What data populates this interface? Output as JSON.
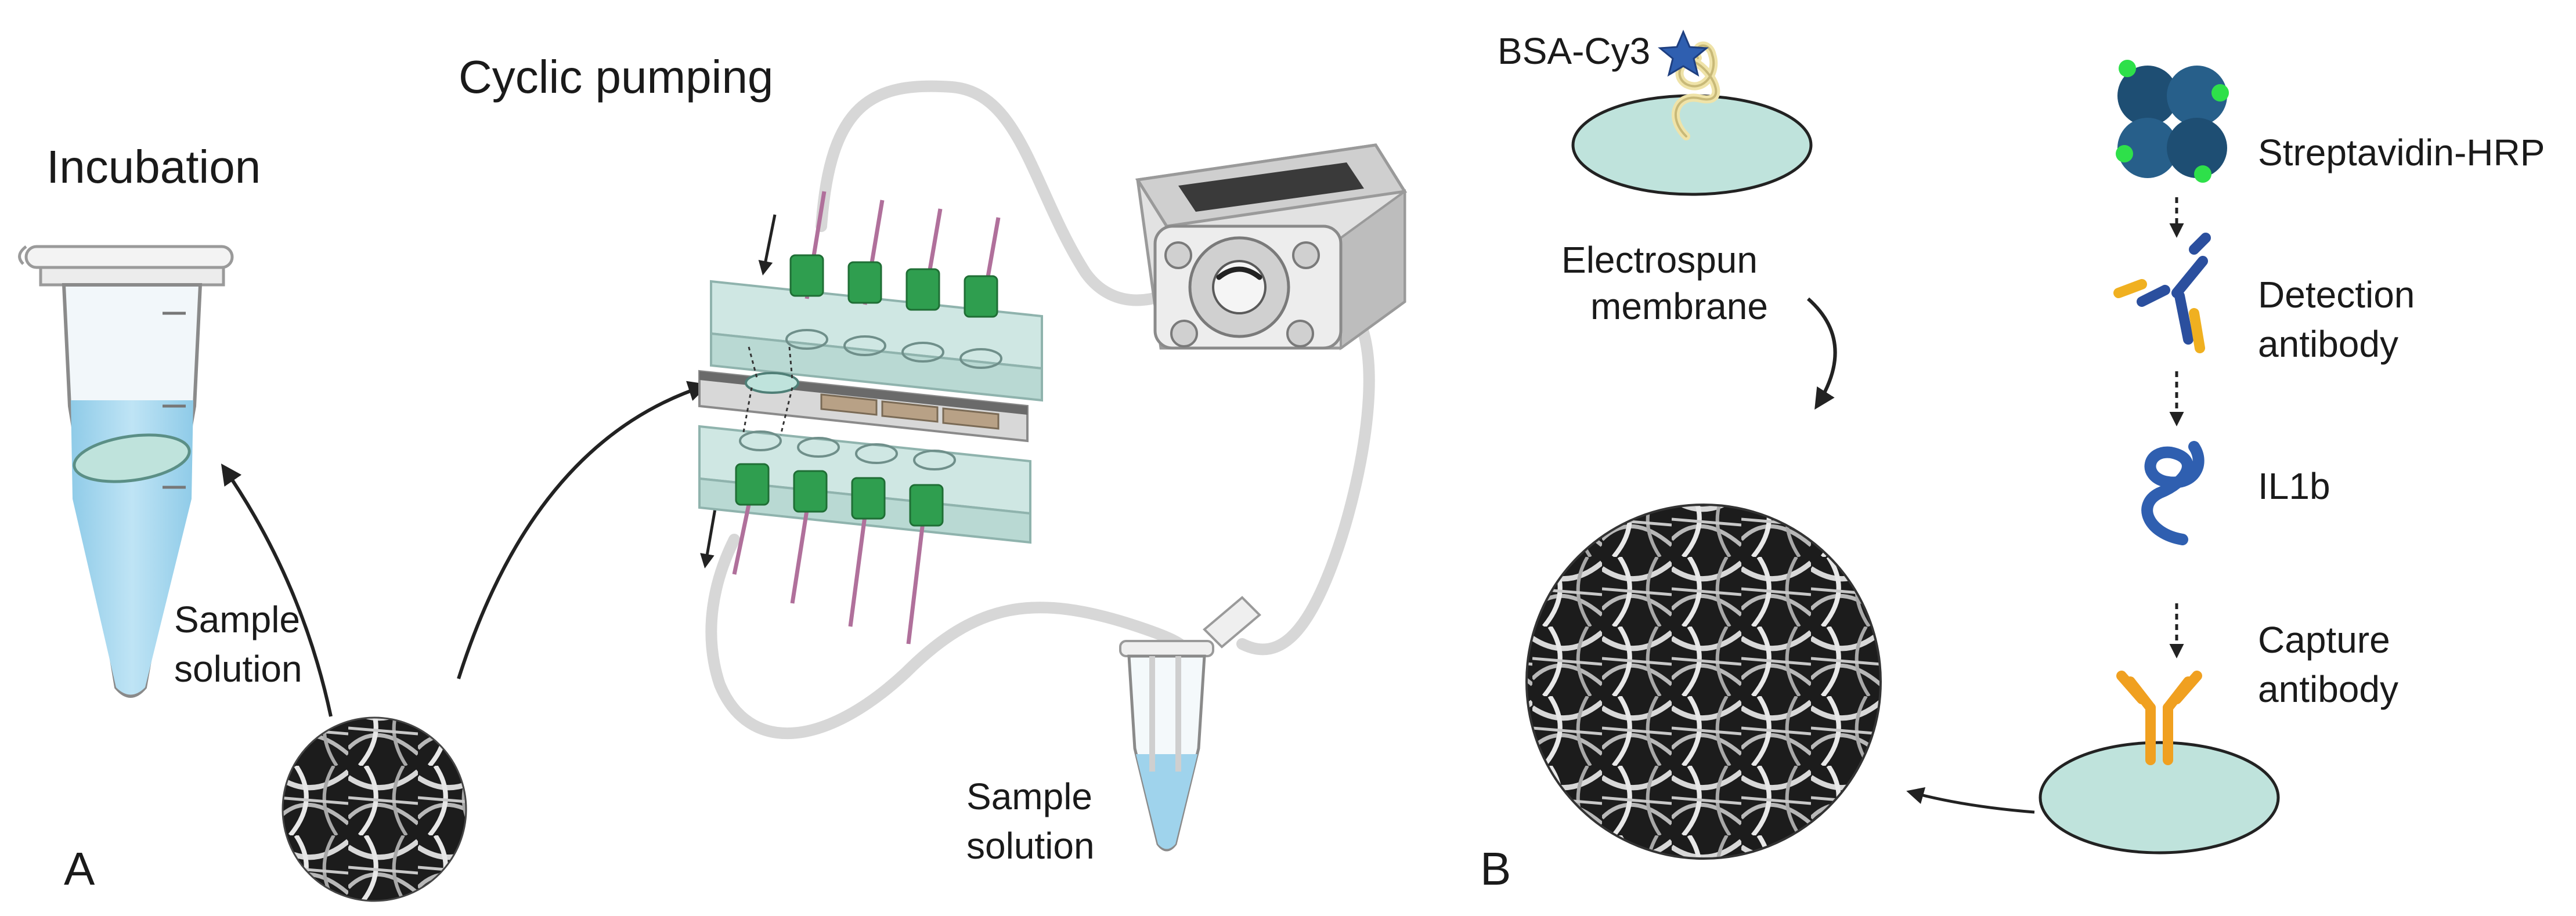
{
  "panel_a": {
    "letter": "A",
    "incubation_title": "Incubation",
    "cyclic_title": "Cyclic pumping",
    "sample_solution_left": [
      "Sample",
      "solution"
    ],
    "sample_solution_right": [
      "Sample",
      "solution"
    ]
  },
  "panel_b": {
    "letter": "B",
    "bsa_label": "BSA-Cy3",
    "electrospun_label": [
      "Electrospun",
      "membrane"
    ],
    "streptavidin_label": "Streptavidin-HRP",
    "detection_label": [
      "Detection",
      "antibody"
    ],
    "il1b_label": "IL1b",
    "capture_label": [
      "Capture",
      "antibody"
    ]
  },
  "colors": {
    "membrane_disc": "#bfe3dc",
    "chip_green": "#2f9e4f",
    "tube_liquid": "#a8d8f0",
    "streptavidin": "#1e4e73",
    "streptavidin_dots": "#2ee04a",
    "detection_blue": "#2b4f9e",
    "detection_yellow": "#f0b020",
    "il1b": "#2f5fb0",
    "capture_orange": "#f0a020",
    "star": "#2f5fb0",
    "tubing": "#d7d7d7"
  },
  "icons": [
    "microcentrifuge-tube-icon",
    "peristaltic-pump-icon",
    "microfluidic-chip-icon",
    "sem-fiber-image-icon",
    "antibody-icon",
    "protein-icon",
    "star-icon"
  ]
}
